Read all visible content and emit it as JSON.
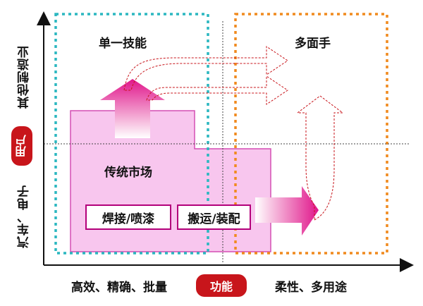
{
  "quadrants": {
    "single_skill": "单一技能",
    "multi_skill": "多面手"
  },
  "market": {
    "label": "传统市场",
    "task_welding": "焊接/喷漆",
    "task_handling": "搬运/装配"
  },
  "axes": {
    "x_left": "高效、精确、批量",
    "x_center": "功能",
    "x_right": "柔性、多用途",
    "y_upper": "其他制造业",
    "y_center": "用户",
    "y_lower": "汽车、电子"
  },
  "colors": {
    "teal": "#2bb7c0",
    "orange": "#f08a1e",
    "pink_fill": "#f8c6ee",
    "pink_edge": "#d44fb3",
    "red_pill": "#c8151b"
  }
}
